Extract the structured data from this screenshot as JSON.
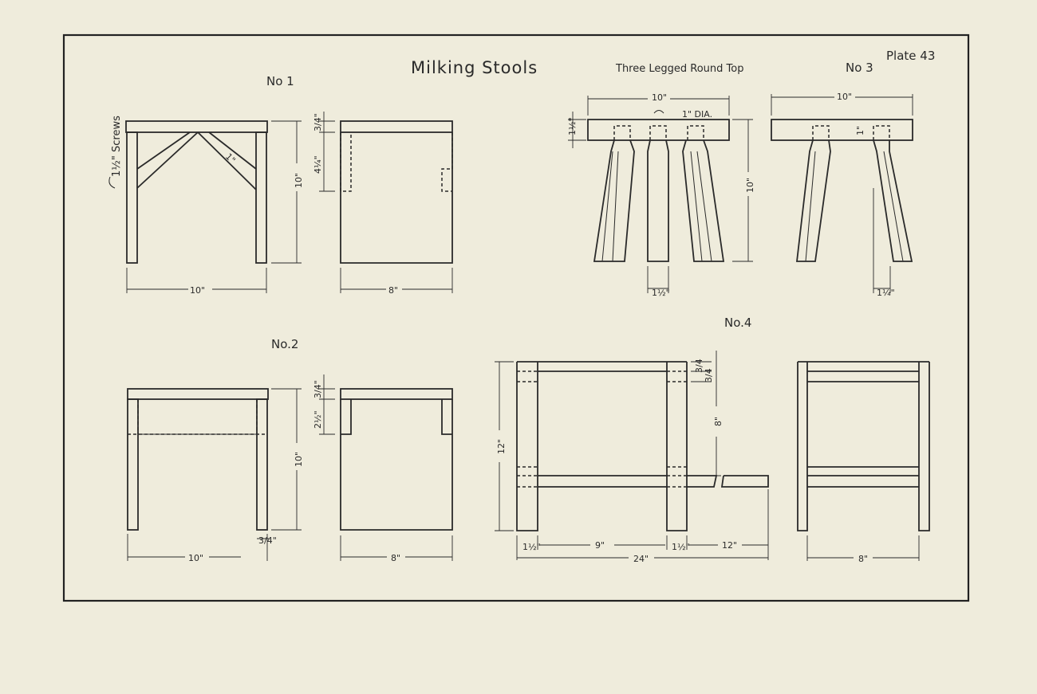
{
  "plate": {
    "title": "Milking Stools",
    "plate_number": "Plate 43",
    "subtitle": "Three Legged Round Top"
  },
  "stool1": {
    "label": "No 1",
    "screws_note": "1½\" Screws",
    "brace_note": "1\"",
    "width": "10\"",
    "height": "10\"",
    "depth": "8\"",
    "top_thickness": "3/4\"",
    "rail_depth": "4¼\""
  },
  "stool2": {
    "label": "No.2",
    "width": "10\"",
    "height": "10\"",
    "depth": "8\"",
    "top_thickness": "3/4\"",
    "rail_depth": "2½\"",
    "leg_thickness": "3/4\""
  },
  "stool3": {
    "label": "No 3",
    "width_front": "10\"",
    "width_side": "10\"",
    "hole_dia": "1\" DIA.",
    "top_thickness": "1½\"",
    "height": "10\"",
    "leg_thickness": "1½\"",
    "leg_offset": "1¼\"",
    "tenon": "1\""
  },
  "stool4": {
    "label": "No.4",
    "height": "12\"",
    "top_thickness": "3/4",
    "rail": "3/4",
    "rail_height": "8\"",
    "leg_left": "1½\"",
    "span": "9\"",
    "leg_right": "1½\"",
    "extension": "12\"",
    "total_length": "24\"",
    "depth": "8\""
  }
}
